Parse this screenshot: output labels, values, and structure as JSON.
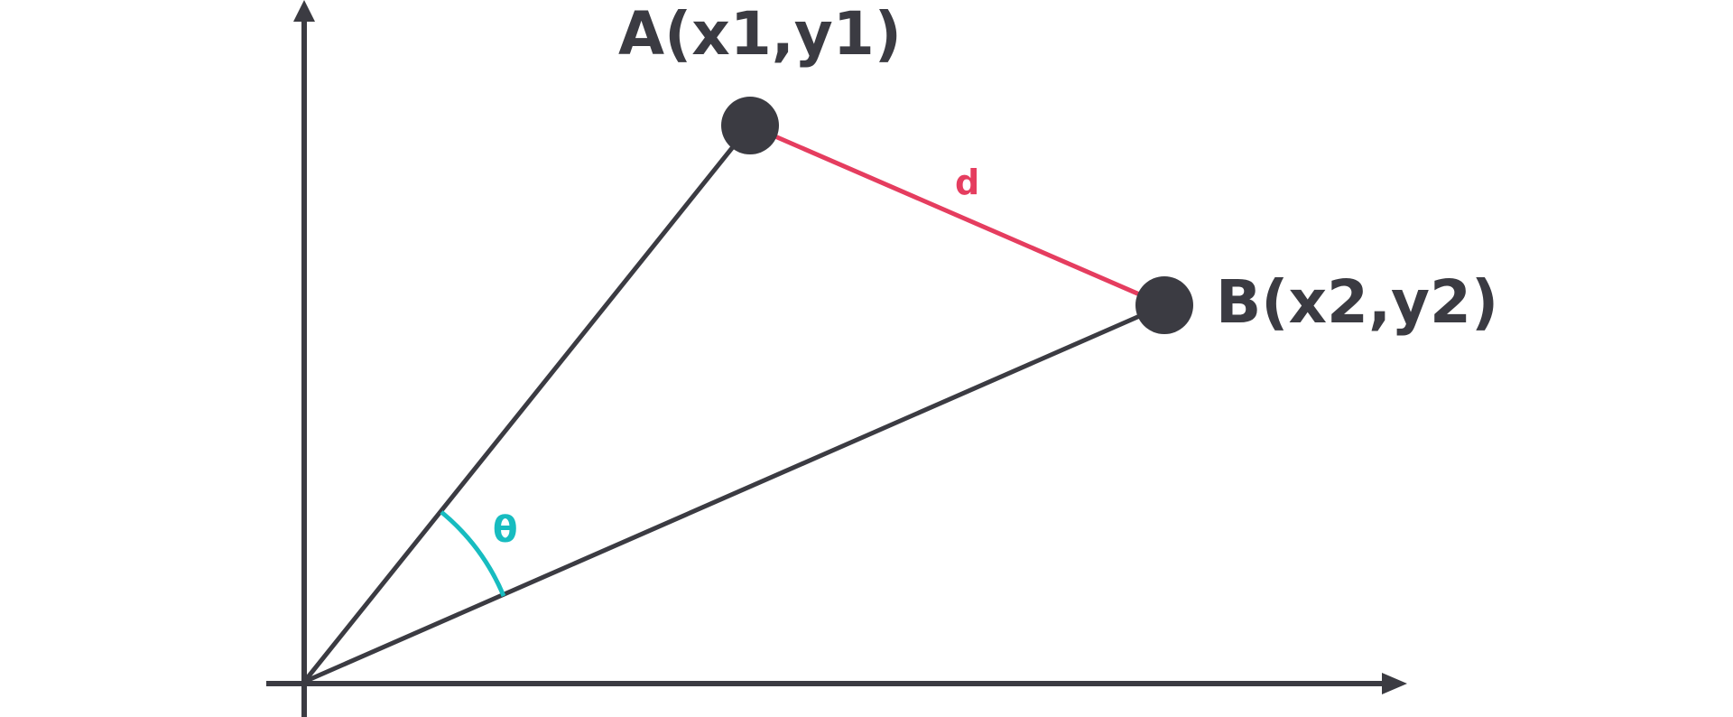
{
  "diagram": {
    "labels": {
      "point_a": "A(x1,y1)",
      "point_b": "B(x2,y2)",
      "distance": "d",
      "angle": "θ"
    },
    "colors": {
      "ink": "#3b3b42",
      "distance": "#e53d5f",
      "angle": "#17bcc0",
      "background": "#ffffff"
    }
  }
}
